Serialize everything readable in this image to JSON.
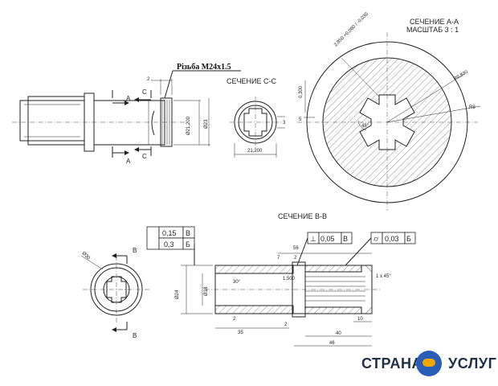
{
  "labels": {
    "thread": "Різьба М24х1.5",
    "section_cc": "СЕЧЕНИЕ С-С",
    "section_aa_title": "СЕЧЕНИЕ А-А",
    "section_aa_scale": "МАСШТАБ 3 : 1",
    "section_bb": "СЕЧЕНИЕ В-В",
    "mark_a": "А",
    "mark_c": "С",
    "mark_b": "В"
  },
  "dims": {
    "d_2_top": "2",
    "d_21_200": "Ø21,200",
    "d_23": "Ø23",
    "d_3": "3",
    "d_21_200_cc": "21,200",
    "d_5": "5",
    "d_0_300": "0,300",
    "d_2_850": "2,850 +0,060 / -0,030",
    "d_6_830": "R6,830",
    "d_r8": "R8",
    "d_45": "45°",
    "d_ang_bl": "Ø30",
    "d_24": "Ø24",
    "d_18": "Ø18",
    "d_30deg": "30°",
    "d_1_500": "1,500",
    "d_56": "56",
    "d_7": "7",
    "d_2a": "2",
    "d_2b": "2",
    "d_2c": "2",
    "d_35": "35",
    "d_40": "40",
    "d_46": "46",
    "d_10": "10",
    "d_chamfer": "1 x 45°"
  },
  "tolerances": {
    "left_top_value": "0,15",
    "left_top_datum": "В",
    "left_bottom_value": "0,3",
    "left_bottom_datum": "Б",
    "mid_symbol": "⊥",
    "mid_value": "0,05",
    "mid_datum": "В",
    "right_symbol": "⌭",
    "right_value": "0,03",
    "right_datum": "Б"
  },
  "logo": {
    "left": "СТРАНА",
    "right": "УСЛУГ"
  }
}
